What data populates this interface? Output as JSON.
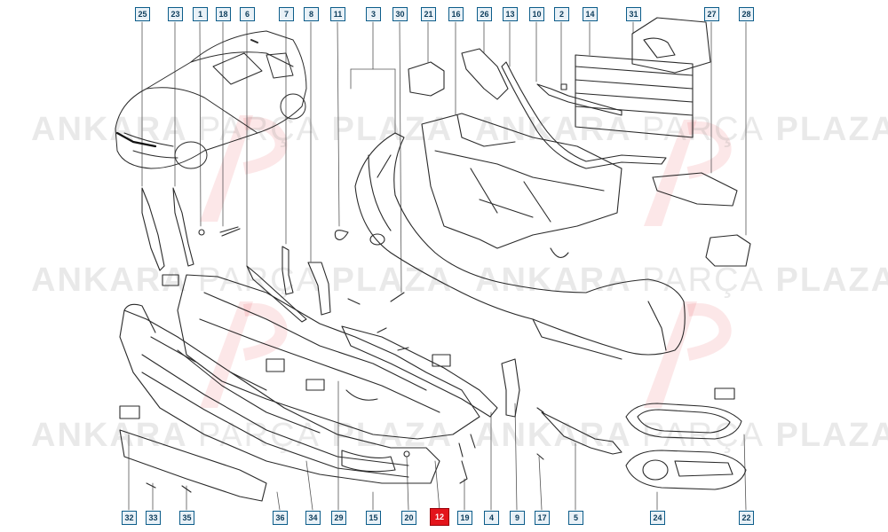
{
  "watermark": {
    "word1": "ANKARA",
    "word2": "PARÇA",
    "word3": "PLAZA"
  },
  "colors": {
    "line": "#2a2a2a",
    "callout_border": "#0d5d8a",
    "highlight": "#e3141b",
    "watermark": "#b0b0b0"
  },
  "callouts": {
    "top": [
      "25",
      "23",
      "1",
      "18",
      "6",
      "7",
      "8",
      "11",
      "3",
      "30",
      "21",
      "16",
      "26",
      "13",
      "10",
      "2",
      "14",
      "31",
      "27",
      "28"
    ],
    "bottom": [
      "32",
      "33",
      "35",
      "36",
      "34",
      "29",
      "15",
      "20",
      "12",
      "19",
      "4",
      "9",
      "17",
      "5",
      "24",
      "22"
    ],
    "highlighted": "12"
  }
}
